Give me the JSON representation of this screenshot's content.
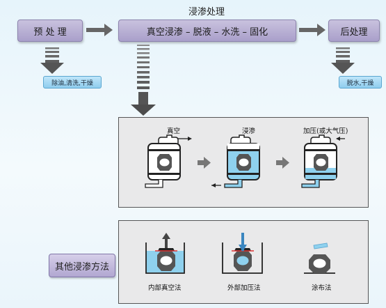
{
  "header": {
    "title": "浸渗处理"
  },
  "stages": {
    "pre": "预 处 理",
    "main": "真空浸渗 – 脱液 – 水洗 – 固化",
    "post": "后处理"
  },
  "notes": {
    "pre": "除油,清洗,干燥",
    "post": "脱水,干燥"
  },
  "steps_panel": {
    "steps": [
      "真空",
      "浸渗",
      "加压(或大气压)"
    ]
  },
  "methods_panel": {
    "label": "其他浸渗方法",
    "methods": [
      "内部真空法",
      "外部加压法",
      "涂布法"
    ]
  },
  "colors": {
    "stage_fill": "#b3a9d4",
    "note_fill": "#a6d8f3",
    "arrow_gray": "#666666",
    "liquid_blue": "#8fd1ee"
  }
}
